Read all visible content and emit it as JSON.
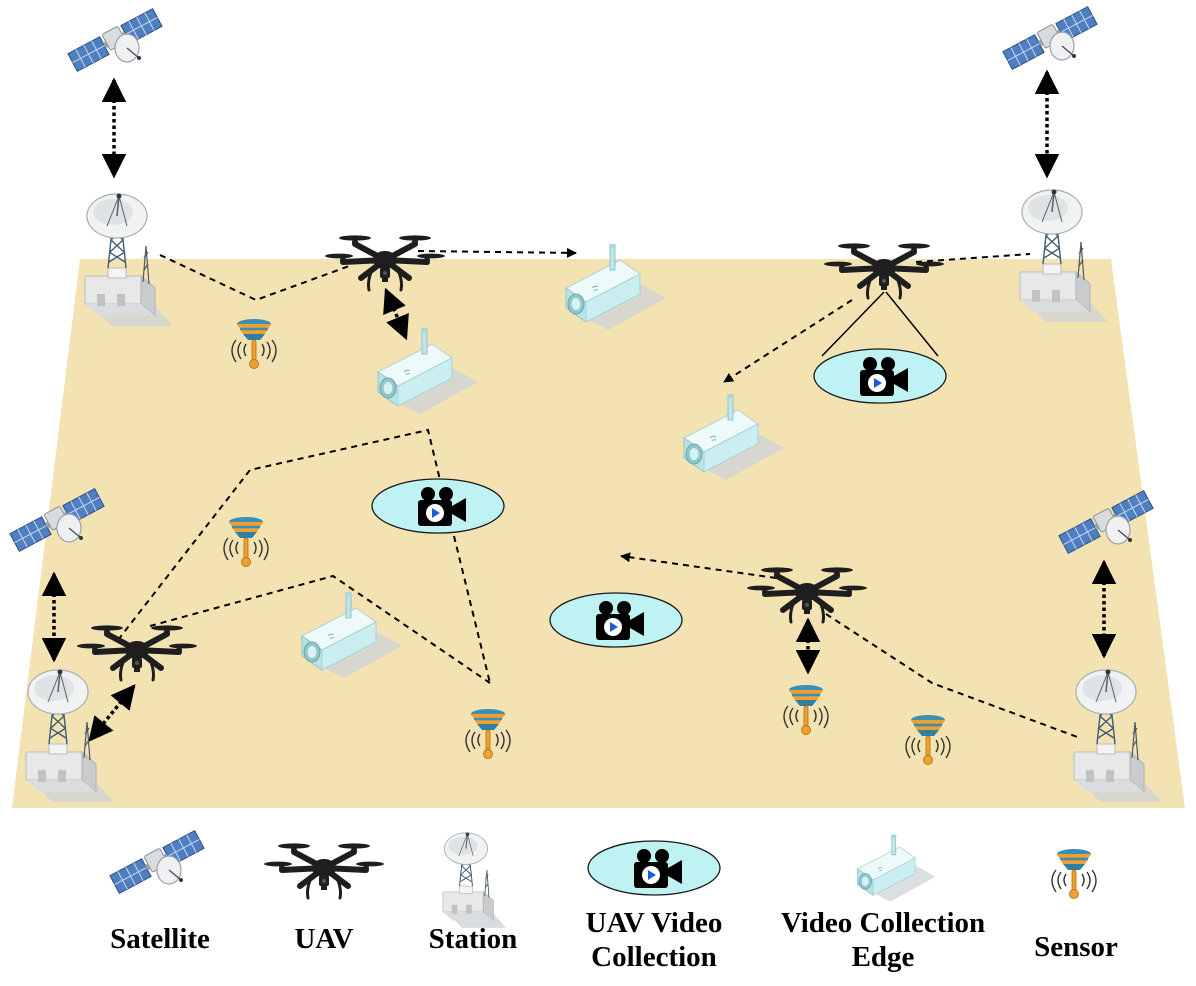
{
  "legend": {
    "satellite": "Satellite",
    "uav": "UAV",
    "station": "Station",
    "uav_video_collection_line1": "UAV Video",
    "uav_video_collection_line2": "Collection",
    "video_collection_edge_line1": "Video Collection",
    "video_collection_edge_line2": "Edge",
    "sensor": "Sensor"
  },
  "colors": {
    "ground": "#f3e3b3",
    "video_bubble": "#bff2f2",
    "camera_body": "#cfeff0",
    "sensor_orange": "#f0a030",
    "sensor_blue": "#3a8fb5",
    "satellite_panel": "#4f7fc0",
    "link_line": "#000000"
  },
  "icons": {
    "satellite": "satellite-icon",
    "uav": "drone-icon",
    "station": "ground-station-icon",
    "uav_video": "video-camera-icon",
    "edge": "surveillance-camera-icon",
    "sensor": "temperature-sensor-icon"
  }
}
